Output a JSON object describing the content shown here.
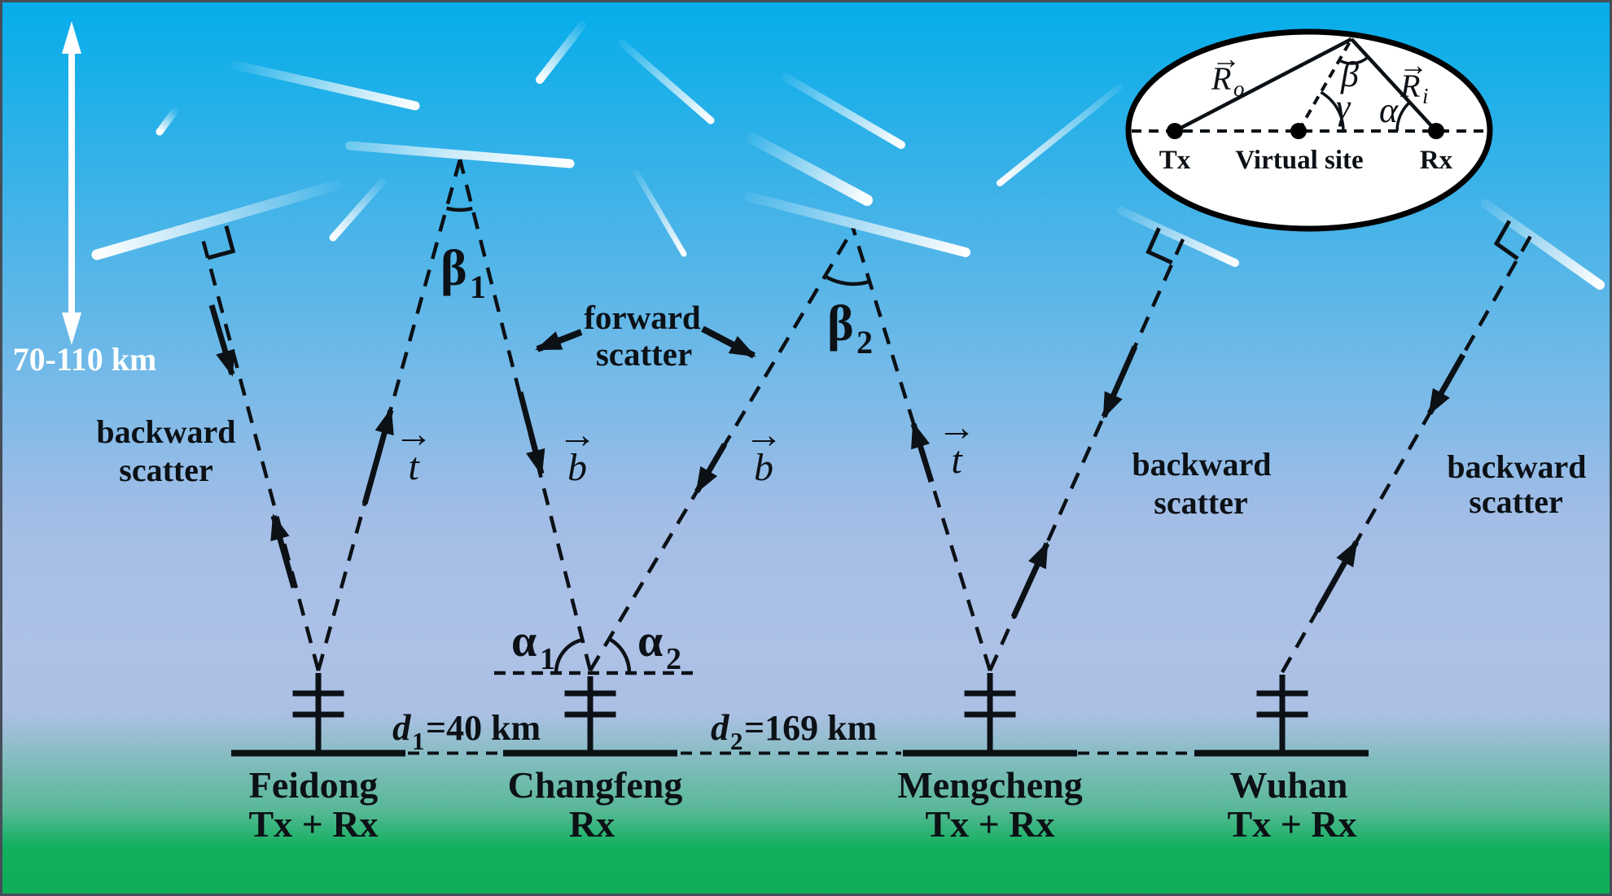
{
  "altitude": {
    "label": "70-110 km"
  },
  "scatter": {
    "backward_line1": "backward",
    "backward_line2": "scatter",
    "forward_line1": "forward",
    "forward_line2": "scatter"
  },
  "vectors": {
    "arrow_glyph": "→",
    "t": "t",
    "b": "b"
  },
  "angles": {
    "beta": "β",
    "alpha": "α",
    "sub1": "1",
    "sub2": "2"
  },
  "distances": {
    "d": "d",
    "d1_sub": "1",
    "d1_value": "=40 km",
    "d2_sub": "2",
    "d2_value": "=169 km"
  },
  "stations": [
    {
      "name": "Feidong",
      "role": "Tx + Rx"
    },
    {
      "name": "Changfeng",
      "role": "Rx"
    },
    {
      "name": "Mengcheng",
      "role": "Tx + Rx"
    },
    {
      "name": "Wuhan",
      "role": "Tx + Rx"
    }
  ],
  "inset": {
    "tx": "Tx",
    "virtual_site": "Virtual site",
    "rx": "Rx",
    "arrow_glyph": "→",
    "r_base": "R",
    "r_out_sub": "o",
    "r_in_sub": "i",
    "beta": "β",
    "gamma": "γ",
    "alpha": "α"
  },
  "colors": {
    "sky_top": "#04adea",
    "sky_mid": "#6fb9e8",
    "sky_horizon": "#acc0e5",
    "ground_green": "#12b05e",
    "trail_white": "#ffffff",
    "ink_black": "#0c1116",
    "inset_fill": "#ffffff",
    "border_dark": "#454e58"
  }
}
